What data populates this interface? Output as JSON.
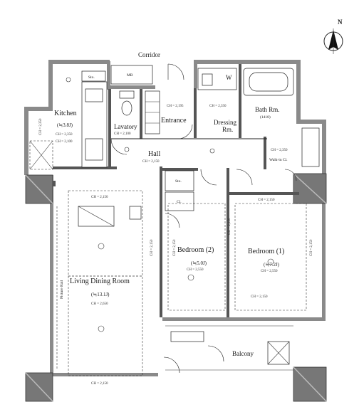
{
  "labels": {
    "corridor": "Corridor",
    "mb": "MB",
    "sto_top": "Sto.",
    "kitchen": "Kitchen",
    "kitchen_size": "(≒3.8J)",
    "lavatory": "Lavatory",
    "entrance": "Entrance",
    "dressing_1": "Dressing",
    "dressing_2": "Rm.",
    "bath_rm": "Bath Rm.",
    "bath_size": "(1418)",
    "hall": "Hall",
    "walkin": "Walk-in Cl.",
    "sto_mid": "Sto.",
    "cl": "Cl.",
    "bedroom2": "Bedroom (2)",
    "bedroom2_size": "(≒5.0J)",
    "bedroom1": "Bedroom (1)",
    "bedroom1_size": "(≒7.2J)",
    "living": "Living Dining Room",
    "living_size": "(≒13.1J)",
    "balcony": "Balcony",
    "picture_rail": "Picture Rail",
    "w": "W",
    "north": "N"
  },
  "ceiling_heights": {
    "kitchen_a": "CH = 2,350",
    "kitchen_b": "CH = 2,100",
    "lavatory": "CH = 2,100",
    "entrance": "CH = 2,195",
    "dressing": "CH = 2,350",
    "walkin": "CH = 2,350",
    "hall": "CH = 2,150",
    "living_top": "CH = 2,150",
    "living_mid": "CH = 2,150",
    "bed2_top": "CH = 2,150",
    "bed2_side": "CH = 2,150",
    "bed2_room": "CH = 2,550",
    "bed1_top": "CH = 2,150",
    "bed1_room": "CH = 2,550",
    "bath_side": "CH = 2,150",
    "bed1_bottom": "CH = 2,150",
    "living_room": "CH = 2,650",
    "living_bottom": "CH = 2,150",
    "left_wall": "CH = 2,350"
  }
}
